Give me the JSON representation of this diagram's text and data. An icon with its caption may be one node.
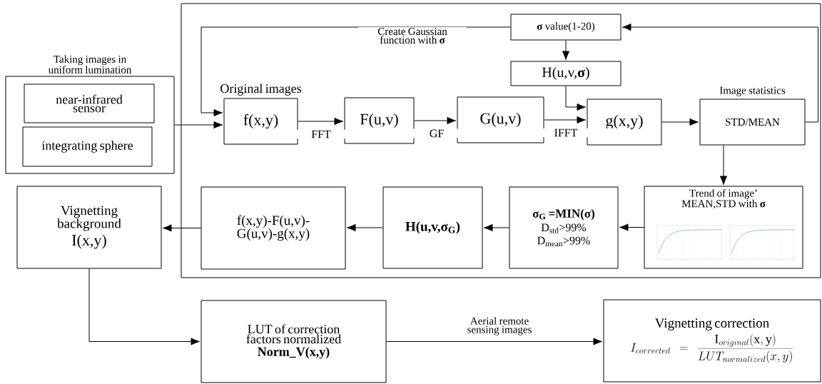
{
  "diagram": {
    "nodes": [
      {
        "text": [
          "Taking images in uniform lumination"
        ]
      },
      {
        "text": [
          "near-infrared sensor"
        ],
        "in": 0
      },
      {
        "text": [
          "integrating sphere"
        ],
        "in": 0
      },
      {
        "text": [],
        "shape": "box"
      },
      {
        "text": [
          "Original images",
          "f(x,y)"
        ],
        "in": 3
      },
      {
        "text": [
          "F(u,v)"
        ],
        "in": 3
      },
      {
        "text": [
          "G(u,v)"
        ],
        "in": 3
      },
      {
        "text": [
          "**σ** value(1-20)"
        ],
        "in": 3
      },
      {
        "text": [
          "H(u,v,**σ**)"
        ],
        "in": 3
      },
      {
        "text": [
          "g(x,y)"
        ],
        "in": 3
      },
      {
        "text": [
          "Image statistics",
          "STD/MEAN"
        ],
        "in": 3
      },
      {
        "text": [
          "Trend of image’ MEAN,STD with **σ**"
        ],
        "in": 3
      },
      {
        "text": [
          "σ$_{G}$ =MIN(σ)",
          "D$_{std}$>99%",
          "D$_{mean}$>99%"
        ],
        "in": 3
      },
      {
        "text": [
          "H(u,v,σ$_{G}$)"
        ],
        "in": 3
      },
      {
        "text": [
          "f(x,y)-F(u,v)-G(u,v)-g(x,y)"
        ],
        "in": 3
      },
      {
        "text": [
          "Vignetting background",
          "I(x,y)"
        ]
      },
      {
        "text": [
          "LUT of correction factors normalized",
          "Norm_V(x,y)"
        ]
      },
      {
        "text": [
          "Vignetting correction",
          "I_{corrected} = \\frac{\\mathrm{I}_{original}(\\mathrm{x,y})}{LUT_{normalized}(x,y)}"
        ]
      }
    ],
    "edges": [
      {
        "from": 0,
        "to": 4,
        "arrow": "to"
      },
      {
        "from": 10,
        "to": 7,
        "arrow": "to"
      },
      {
        "from": 7,
        "to": 4,
        "arrow": "to",
        "label": "Create Gaussian function with **σ**"
      },
      {
        "from": 7,
        "to": 8,
        "arrow": "to"
      },
      {
        "from": 4,
        "to": 5,
        "arrow": "to",
        "label": "FFT"
      },
      {
        "from": 5,
        "to": 6,
        "arrow": "to",
        "label": "GF"
      },
      {
        "from": 6,
        "to": 9,
        "arrow": "to",
        "label": "IFFT"
      },
      {
        "from": 8,
        "to": 9,
        "arrow": "to"
      },
      {
        "from": 9,
        "to": 10,
        "arrow": "to"
      },
      {
        "from": 10,
        "to": 11,
        "arrow": "to"
      },
      {
        "from": 11,
        "to": 12,
        "arrow": "to"
      },
      {
        "from": 12,
        "to": 13,
        "arrow": "to"
      },
      {
        "from": 13,
        "to": 14,
        "arrow": "to"
      },
      {
        "from": 14,
        "to": 15,
        "arrow": "to"
      },
      {
        "from": 15,
        "to": 16,
        "arrow": "to"
      },
      {
        "from": 16,
        "to": 17,
        "arrow": "to",
        "label": "Aerial remote sensing images"
      }
    ]
  }
}
